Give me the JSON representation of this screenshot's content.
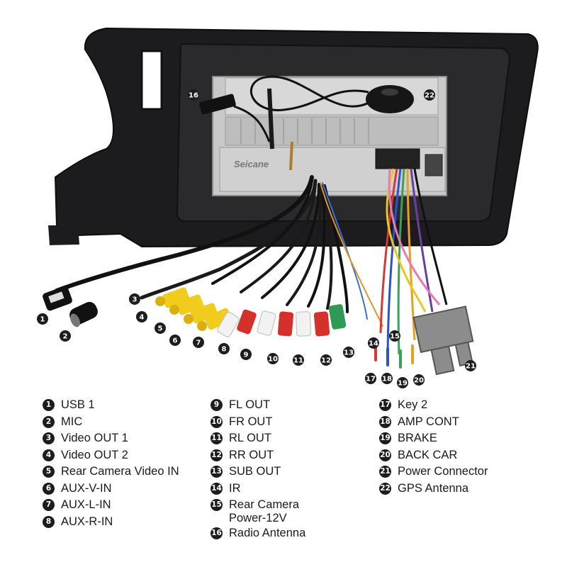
{
  "callouts": [
    "1",
    "2",
    "3",
    "4",
    "5",
    "6",
    "7",
    "8",
    "9",
    "10",
    "11",
    "12",
    "13",
    "14",
    "15",
    "16",
    "17",
    "18",
    "19",
    "20",
    "21",
    "22"
  ],
  "legend": {
    "col1": [
      {
        "num": "1",
        "label": "USB 1"
      },
      {
        "num": "2",
        "label": "MIC"
      },
      {
        "num": "3",
        "label": "Video OUT 1"
      },
      {
        "num": "4",
        "label": "Video OUT 2"
      },
      {
        "num": "5",
        "label": "Rear Camera Video IN"
      },
      {
        "num": "6",
        "label": "AUX-V-IN"
      },
      {
        "num": "7",
        "label": "AUX-L-IN"
      },
      {
        "num": "8",
        "label": "AUX-R-IN"
      }
    ],
    "col2": [
      {
        "num": "9",
        "label": "FL OUT"
      },
      {
        "num": "10",
        "label": "FR OUT"
      },
      {
        "num": "11",
        "label": "RL OUT"
      },
      {
        "num": "12",
        "label": "RR OUT"
      },
      {
        "num": "13",
        "label": "SUB OUT"
      },
      {
        "num": "14",
        "label": "IR"
      },
      {
        "num": "15",
        "label": "Rear Camera\nPower-12V"
      },
      {
        "num": "16",
        "label": "Radio Antenna"
      }
    ],
    "col3": [
      {
        "num": "17",
        "label": "Key 2"
      },
      {
        "num": "18",
        "label": "AMP CONT"
      },
      {
        "num": "19",
        "label": "BRAKE"
      },
      {
        "num": "20",
        "label": "BACK CAR"
      },
      {
        "num": "21",
        "label": "Power Connector"
      },
      {
        "num": "22",
        "label": "GPS Antenna"
      }
    ]
  },
  "watermark": "Seicane",
  "colors": {
    "frame": "#1c1c1e",
    "chassis": "#c9c9c9",
    "rca_yellow": "#f2cc1c",
    "rca_white": "#f2f2f2",
    "rca_red": "#d4302c",
    "rca_green": "#2e9a55",
    "power_connector": "#8c8c8c"
  }
}
